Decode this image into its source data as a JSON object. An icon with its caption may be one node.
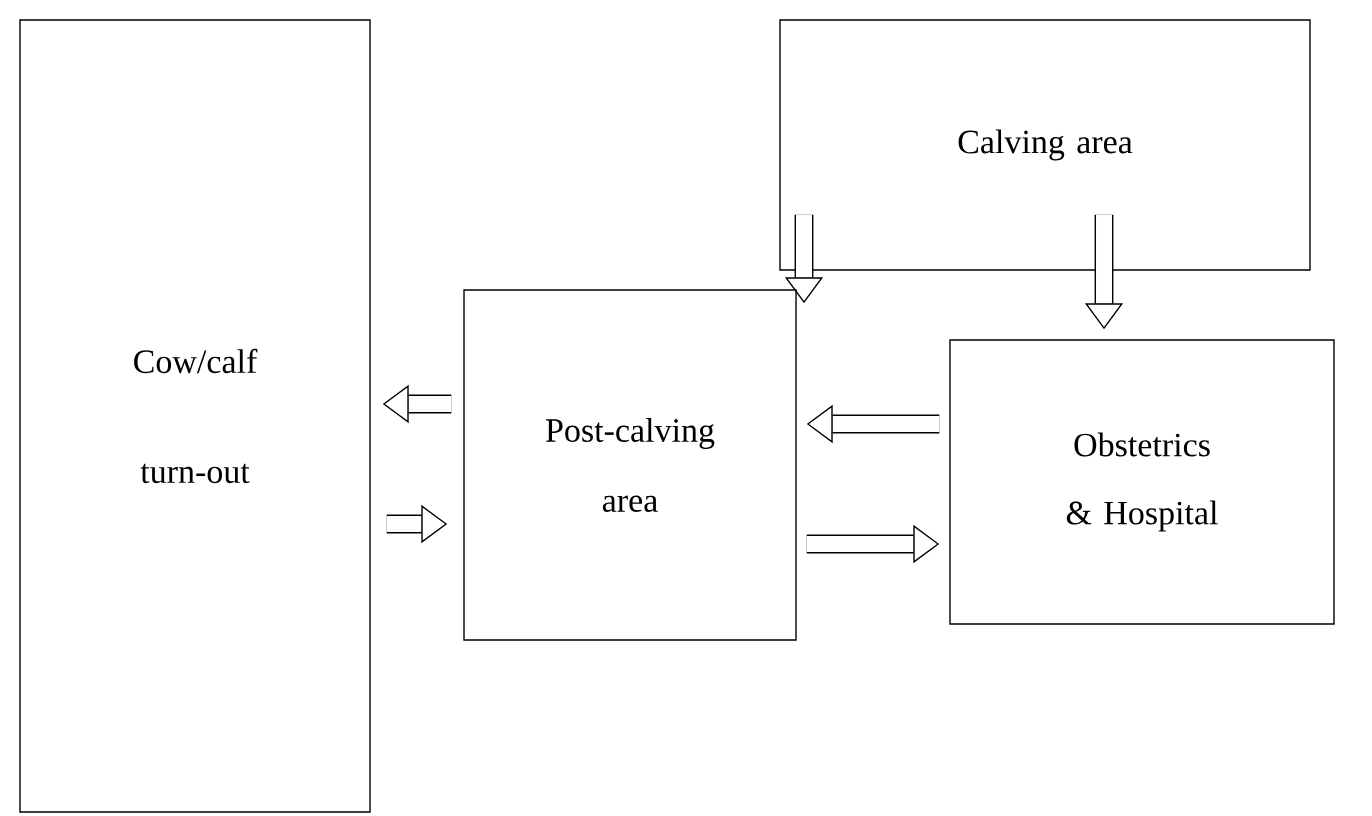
{
  "diagram": {
    "nodes": [
      {
        "text": [
          "Cow/calf turn-out"
        ]
      },
      {
        "text": [
          "Calving area"
        ]
      },
      {
        "text": [
          "Post-calving area"
        ]
      },
      {
        "text": [
          "Obstetrics & Hospital"
        ]
      }
    ],
    "edges": [
      {
        "from": 1,
        "to": 2,
        "arrow": "to"
      },
      {
        "from": 1,
        "to": 3,
        "arrow": "to"
      },
      {
        "from": 2,
        "to": 0,
        "arrow": "to"
      },
      {
        "from": 0,
        "to": 2,
        "arrow": "to"
      },
      {
        "from": 3,
        "to": 2,
        "arrow": "to"
      },
      {
        "from": 2,
        "to": 3,
        "arrow": "to"
      }
    ]
  }
}
